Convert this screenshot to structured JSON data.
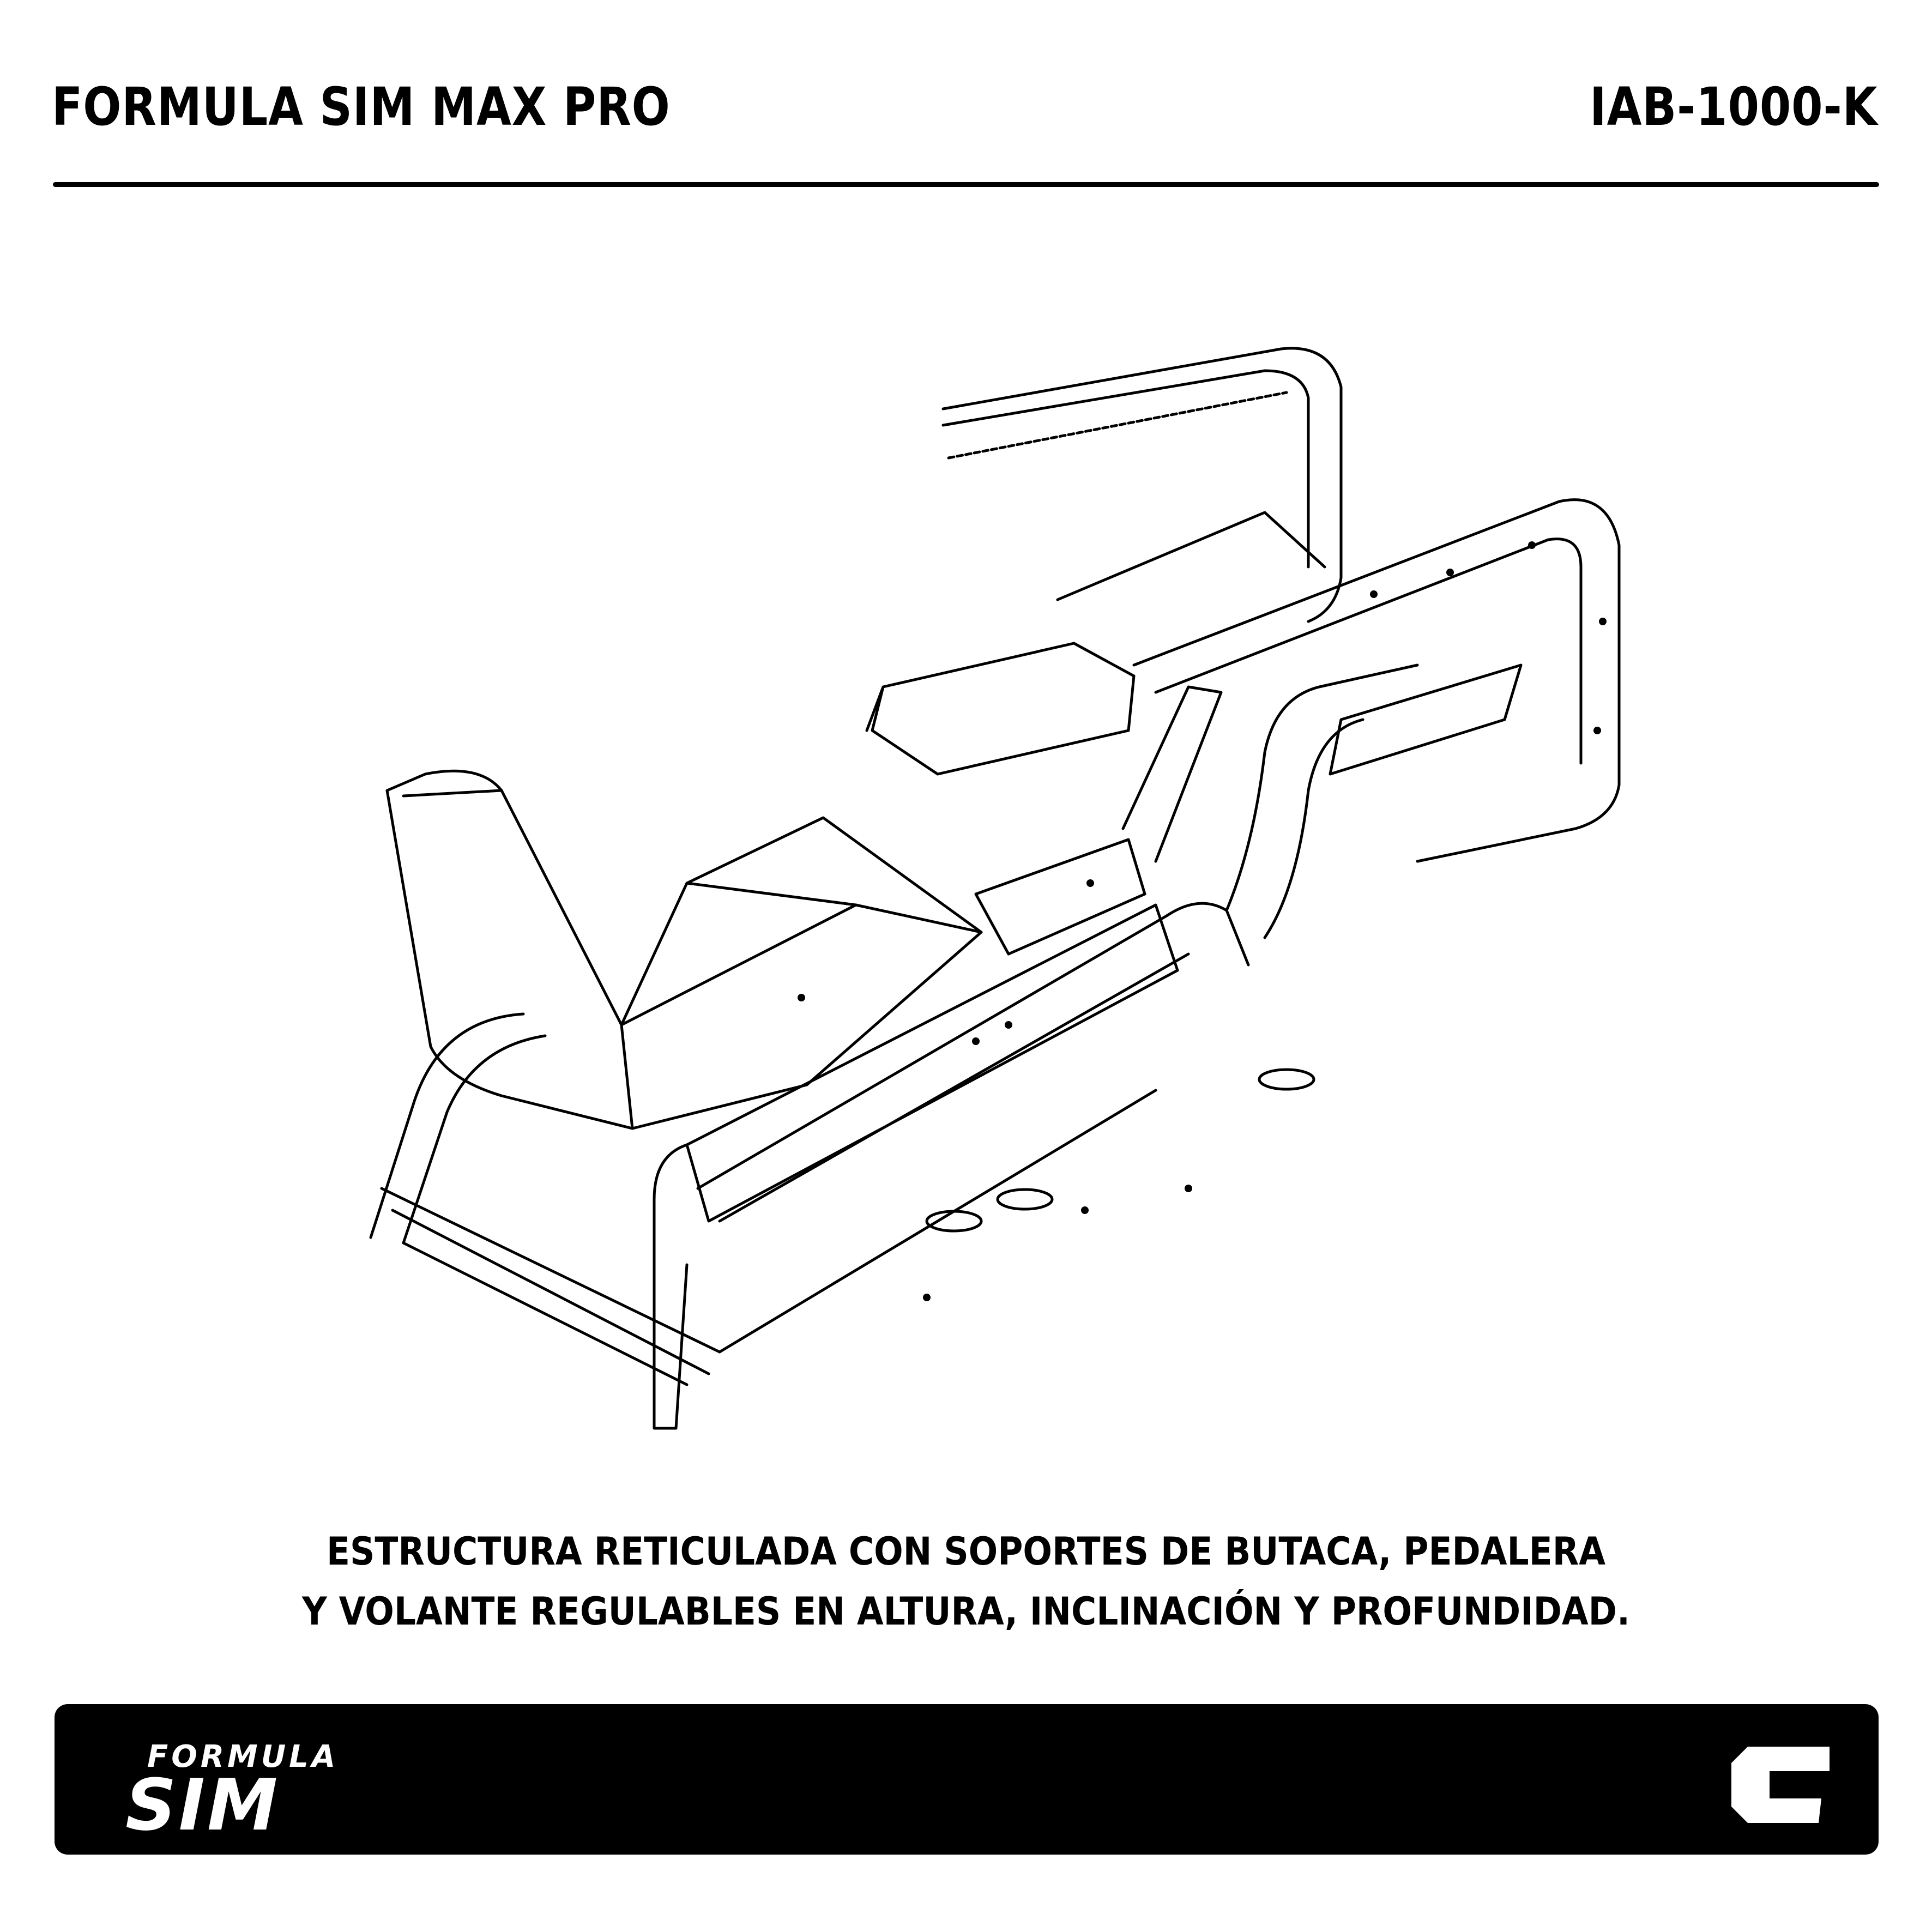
{
  "header": {
    "product_name": "FORMULA SIM MAX PRO",
    "product_code": "IAB-1000-K"
  },
  "illustration": {
    "icon": "sim-racing-cockpit-frame-line-drawing"
  },
  "caption": {
    "line1": "ESTRUCTURA RETICULADA CON SOPORTES DE BUTACA, PEDALERA",
    "line2": "Y VOLANTE REGULABLES EN ALTURA, INCLINACIÓN Y PROFUNDIDAD."
  },
  "footer": {
    "brand_logo_text": "FORMULA SIM",
    "brand_logo_top": "FORMULA",
    "brand_logo_bottom": "SIM",
    "company_logo": "C-logo",
    "background": "#000000"
  }
}
